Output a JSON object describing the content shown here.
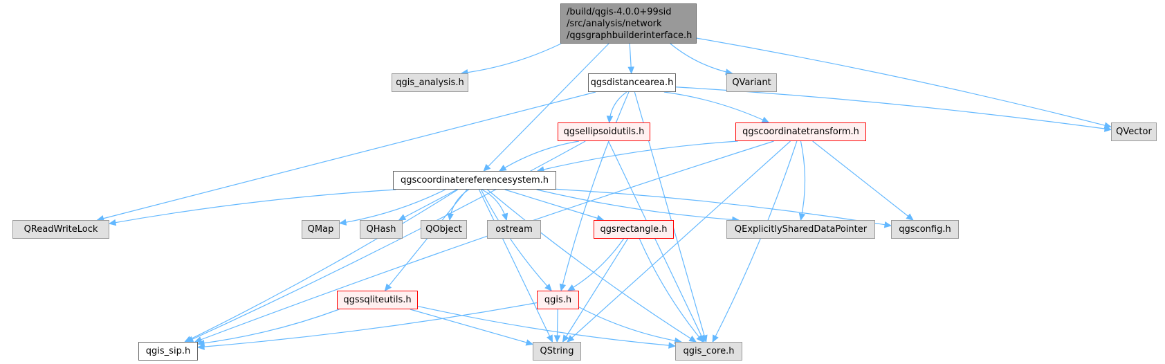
{
  "diagram": {
    "type": "include-dependency-graph",
    "colors": {
      "edge": "#63b8ff",
      "root_fill": "#999999",
      "external_fill": "#e0e0e0",
      "truncated_border": "#ff0000",
      "truncated_fill": "#fff0f0"
    },
    "root": {
      "id": "root",
      "lines": [
        "/build/qgis-4.0.0+99sid",
        "/src/analysis/network",
        "/qgsgraphbuilderinterface.h"
      ]
    },
    "nodes": [
      {
        "id": "qgis_analysis",
        "label": "qgis_analysis.h",
        "kind": "ext"
      },
      {
        "id": "qgsdistancearea",
        "label": "qgsdistancearea.h",
        "kind": "doc"
      },
      {
        "id": "QVariant",
        "label": "QVariant",
        "kind": "ext"
      },
      {
        "id": "QVector",
        "label": "QVector",
        "kind": "ext"
      },
      {
        "id": "qgsellipsoidutils",
        "label": "qgsellipsoidutils.h",
        "kind": "trunc"
      },
      {
        "id": "qgscoordinatetransform",
        "label": "qgscoordinatetransform.h",
        "kind": "trunc"
      },
      {
        "id": "qgscrs",
        "label": "qgscoordinatereferencesystem.h",
        "kind": "doc"
      },
      {
        "id": "QReadWriteLock",
        "label": "QReadWriteLock",
        "kind": "ext"
      },
      {
        "id": "QMap",
        "label": "QMap",
        "kind": "ext"
      },
      {
        "id": "QHash",
        "label": "QHash",
        "kind": "ext"
      },
      {
        "id": "QObject",
        "label": "QObject",
        "kind": "ext"
      },
      {
        "id": "ostream",
        "label": "ostream",
        "kind": "ext"
      },
      {
        "id": "qgsrectangle",
        "label": "qgsrectangle.h",
        "kind": "trunc"
      },
      {
        "id": "QExplicitlySharedDataPointer",
        "label": "QExplicitlySharedDataPointer",
        "kind": "ext"
      },
      {
        "id": "qgsconfig",
        "label": "qgsconfig.h",
        "kind": "ext"
      },
      {
        "id": "qgssqliteutils",
        "label": "qgssqliteutils.h",
        "kind": "trunc"
      },
      {
        "id": "qgis",
        "label": "qgis.h",
        "kind": "trunc"
      },
      {
        "id": "qgis_sip",
        "label": "qgis_sip.h",
        "kind": "doc"
      },
      {
        "id": "QString",
        "label": "QString",
        "kind": "ext"
      },
      {
        "id": "qgis_core",
        "label": "qgis_core.h",
        "kind": "ext"
      }
    ],
    "edges": [
      [
        "root",
        "qgis_analysis"
      ],
      [
        "root",
        "qgsdistancearea"
      ],
      [
        "root",
        "QVariant"
      ],
      [
        "root",
        "QVector"
      ],
      [
        "root",
        "qgscrs"
      ],
      [
        "qgsdistancearea",
        "qgsellipsoidutils"
      ],
      [
        "qgsdistancearea",
        "qgscoordinatetransform"
      ],
      [
        "qgsdistancearea",
        "QReadWriteLock"
      ],
      [
        "qgsdistancearea",
        "qgis"
      ],
      [
        "qgsdistancearea",
        "QVector"
      ],
      [
        "qgsdistancearea",
        "qgis_core"
      ],
      [
        "qgsellipsoidutils",
        "qgscrs"
      ],
      [
        "qgsellipsoidutils",
        "qgis_sip"
      ],
      [
        "qgsellipsoidutils",
        "qgis_core"
      ],
      [
        "qgscoordinatetransform",
        "qgscrs"
      ],
      [
        "qgscoordinatetransform",
        "QExplicitlySharedDataPointer"
      ],
      [
        "qgscoordinatetransform",
        "qgsconfig"
      ],
      [
        "qgscoordinatetransform",
        "qgis_sip"
      ],
      [
        "qgscoordinatetransform",
        "qgis_core"
      ],
      [
        "qgscoordinatetransform",
        "QString"
      ],
      [
        "qgscrs",
        "QReadWriteLock"
      ],
      [
        "qgscrs",
        "QMap"
      ],
      [
        "qgscrs",
        "QHash"
      ],
      [
        "qgscrs",
        "QObject"
      ],
      [
        "qgscrs",
        "ostream"
      ],
      [
        "qgscrs",
        "qgsrectangle"
      ],
      [
        "qgscrs",
        "QExplicitlySharedDataPointer"
      ],
      [
        "qgscrs",
        "qgsconfig"
      ],
      [
        "qgscrs",
        "qgssqliteutils"
      ],
      [
        "qgscrs",
        "qgis"
      ],
      [
        "qgscrs",
        "qgis_sip"
      ],
      [
        "qgscrs",
        "QString"
      ],
      [
        "qgscrs",
        "qgis_core"
      ],
      [
        "qgsrectangle",
        "qgis"
      ],
      [
        "qgsrectangle",
        "QString"
      ],
      [
        "qgsrectangle",
        "qgis_core"
      ],
      [
        "qgssqliteutils",
        "qgis_sip"
      ],
      [
        "qgssqliteutils",
        "QString"
      ],
      [
        "qgssqliteutils",
        "qgis_core"
      ],
      [
        "qgis",
        "qgis_sip"
      ],
      [
        "qgis",
        "QString"
      ],
      [
        "qgis",
        "qgis_core"
      ]
    ]
  }
}
